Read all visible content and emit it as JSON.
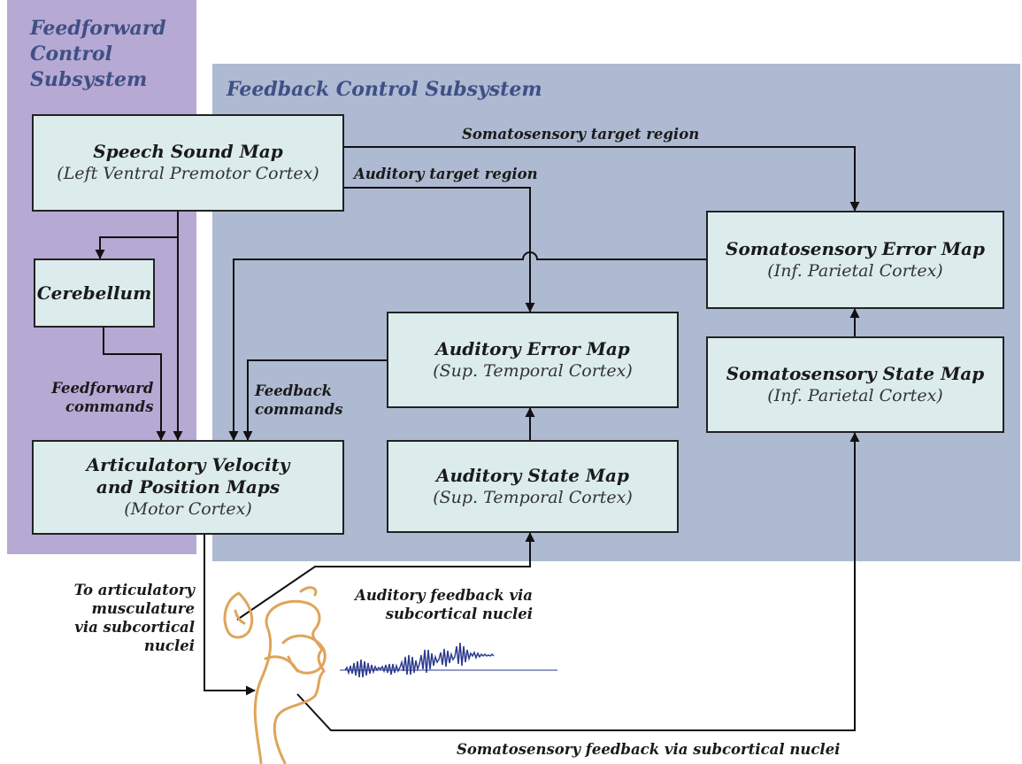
{
  "feedforward_title": "Feedforward\nControl\nSubsystem",
  "feedback_title": "Feedback Control Subsystem",
  "boxes": {
    "speech_sound": {
      "title": "Speech Sound Map",
      "sub": "(Left Ventral Premotor Cortex)"
    },
    "cerebellum": {
      "title": "Cerebellum"
    },
    "articulatory": {
      "title_1": "Articulatory Velocity",
      "title_2": "and Position Maps",
      "sub": "(Motor Cortex)"
    },
    "aud_error": {
      "title": "Auditory Error Map",
      "sub": "(Sup. Temporal Cortex)"
    },
    "aud_state": {
      "title": "Auditory State Map",
      "sub": "(Sup. Temporal Cortex)"
    },
    "soma_error": {
      "title": "Somatosensory Error Map",
      "sub": "(Inf. Parietal Cortex)"
    },
    "soma_state": {
      "title": "Somatosensory State Map",
      "sub": "(Inf. Parietal Cortex)"
    }
  },
  "labels": {
    "soma_target": "Somatosensory target region",
    "aud_target": "Auditory target region",
    "ff_commands_1": "Feedforward",
    "ff_commands_2": "commands",
    "fb_commands_1": "Feedback",
    "fb_commands_2": "commands",
    "to_artic_1": "To articulatory",
    "to_artic_2": "musculature",
    "to_artic_3": "via subcortical",
    "to_artic_4": "nuclei",
    "aud_feedback_1": "Auditory feedback via",
    "aud_feedback_2": "subcortical nuclei",
    "soma_feedback": "Somatosensory feedback via subcortical nuclei"
  },
  "colors": {
    "feedforward_panel": "#b6a9d3",
    "feedback_panel": "#aebad1",
    "box_fill": "#dcecec",
    "title_text": "#3f4f86",
    "head_outline": "#e0a45a",
    "waveform": "#2c3a8c"
  },
  "icons": [
    "head-profile-icon",
    "sound-waveform-icon"
  ]
}
